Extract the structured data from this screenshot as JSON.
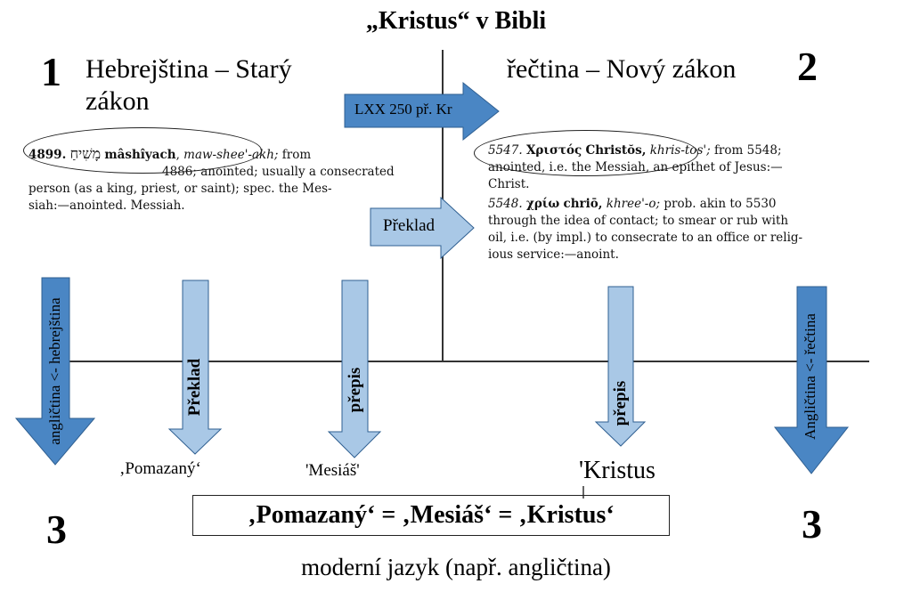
{
  "title": "„Kristus“ v Bibli",
  "corners": {
    "n1": "1",
    "n2": "2",
    "n3_left": "3",
    "n3_right": "3"
  },
  "hebrew": {
    "heading": "Hebrejština – Starý zákon",
    "entry_num": "4899.",
    "hebrew_word": "מָשִׁיחַ",
    "translit": "mâshîyach",
    "pron": "maw-shee'-akh;",
    "line1_rest": "from",
    "line2": "4886; anointed; usually a consecrated",
    "line3": "person (as a king, priest, or saint); spec. the Mes-",
    "line4": "siah:—anointed. Messiah."
  },
  "greek": {
    "heading": "řečtina – Nový zákon",
    "e1_num": "5547.",
    "e1_greek": "Χριστός",
    "e1_translit": "Christŏs,",
    "e1_pron": "khris-tos';",
    "e1_rest": "from 5548;",
    "e1_line2": "anointed, i.e. the Messiah, an epithet of Jesus:—",
    "e1_line3": "Christ.",
    "e2_num": "5548.",
    "e2_greek": "χρίω",
    "e2_translit": "chriō,",
    "e2_pron": "khree'-o;",
    "e2_rest": "prob. akin to 5530",
    "e2_line2": "through the idea of contact; to smear or rub with",
    "e2_line3": "oil, i.e. (by impl.) to consecrate to an office or relig-",
    "e2_line4": "ious service:—anoint."
  },
  "arrows": {
    "lxx": "LXX 250 př. Kr",
    "preklad_horizontal": "Překlad",
    "down1": "angličtina <- hebrejština",
    "down2": "Překlad",
    "down3": "přepis",
    "down4": "přepis",
    "down5": "Angličtina <- řečtina"
  },
  "results": {
    "pomazany": "‚Pomazaný‘",
    "mesias": "'Mesiáš'",
    "kristus": "'Kristus"
  },
  "equation": "‚Pomazaný‘ = ‚Mesiáš‘ = ‚Kristus‘",
  "footer": "moderní jazyk (např. angličtina)",
  "colors": {
    "arrow_dark": "#4a86c4",
    "arrow_light": "#a9c8e6",
    "arrow_stroke": "#2f5f91"
  }
}
